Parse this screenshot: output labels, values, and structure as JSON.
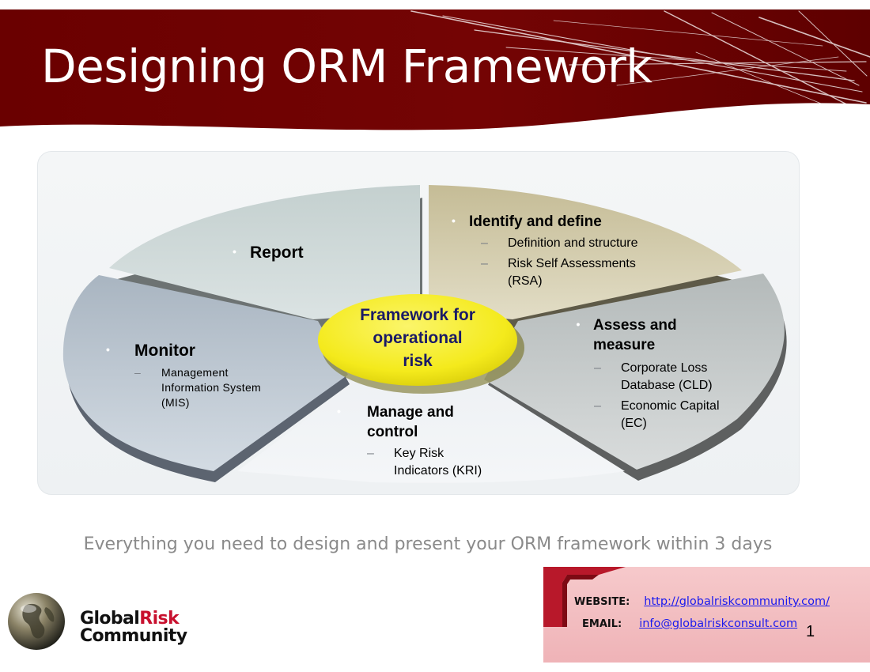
{
  "slide": {
    "title": "Designing ORM Framework",
    "tagline": "Everything you need to design and present your ORM framework within 3 days",
    "page_number": "1"
  },
  "diagram": {
    "center": {
      "lines": [
        "Framework for",
        "operational",
        "risk"
      ],
      "fill_color": "#f6ee21"
    },
    "segments": {
      "report": {
        "title": "Report",
        "items": [],
        "fill_color": "#cfdad9"
      },
      "identify": {
        "title": "Identify and define",
        "items": [
          "Definition and structure",
          "Risk Self Assessments (RSA)"
        ],
        "fill_color": "#cec6a6"
      },
      "assess": {
        "title": "Assess and measure",
        "items": [
          "Corporate Loss Database (CLD)",
          "Economic Capital (EC)"
        ],
        "fill_color": "#bfc5c5"
      },
      "manage": {
        "title": "Manage and control",
        "items": [
          "Key Risk Indicators (KRI)"
        ],
        "fill_color": "#e3e8ec"
      },
      "monitor": {
        "title": "Monitor",
        "items": [
          "Management Information System (MIS)"
        ],
        "fill_color": "#b3bec9"
      }
    }
  },
  "brand": {
    "part1": "Global",
    "part2": "Risk",
    "line2": "Community",
    "accent_color": "#c8102e"
  },
  "contact": {
    "website_label": "WEBSITE:",
    "website": "http://globalriskcommunity.com/",
    "email_label": "EMAIL:",
    "email": "info@globalriskconsult.com"
  },
  "theme": {
    "header_color": "#6e0000",
    "link_color": "#1a1aee",
    "contact_box_color": "#f3bcc0"
  }
}
